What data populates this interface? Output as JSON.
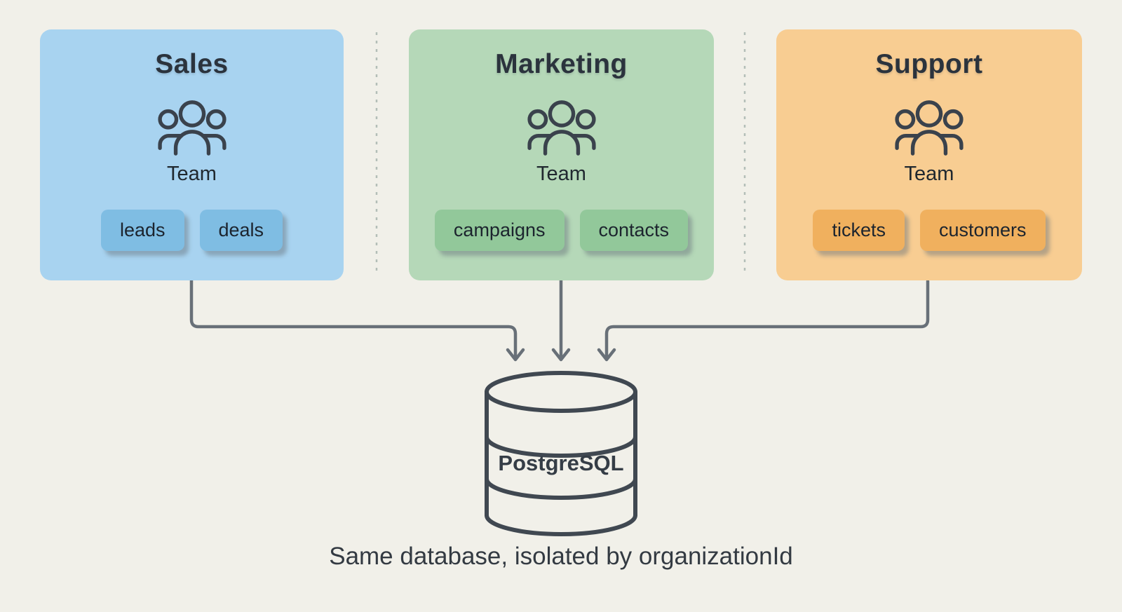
{
  "diagram": {
    "teams": [
      {
        "name": "Sales",
        "member_label": "Team",
        "icon": "team-people-icon",
        "tables": [
          "leads",
          "deals"
        ],
        "card_color": "#a8d3f0",
        "chip_color": "#7fbde3"
      },
      {
        "name": "Marketing",
        "member_label": "Team",
        "icon": "team-people-icon",
        "tables": [
          "campaigns",
          "contacts"
        ],
        "card_color": "#b5d8b8",
        "chip_color": "#92c89a"
      },
      {
        "name": "Support",
        "member_label": "Team",
        "icon": "team-people-icon",
        "tables": [
          "tickets",
          "customers"
        ],
        "card_color": "#f8cd92",
        "chip_color": "#f0b05e"
      }
    ],
    "database": {
      "label": "PostgreSQL",
      "icon": "database-cylinder-icon"
    },
    "caption": "Same database, isolated by organizationId",
    "colors": {
      "background": "#f1f0e9",
      "connector": "#687078",
      "divider_dash": "#b3beb8",
      "icon_stroke": "#3a424c",
      "database_stroke": "#404851",
      "title_text": "#2b333d",
      "caption_text": "#333a42"
    }
  }
}
